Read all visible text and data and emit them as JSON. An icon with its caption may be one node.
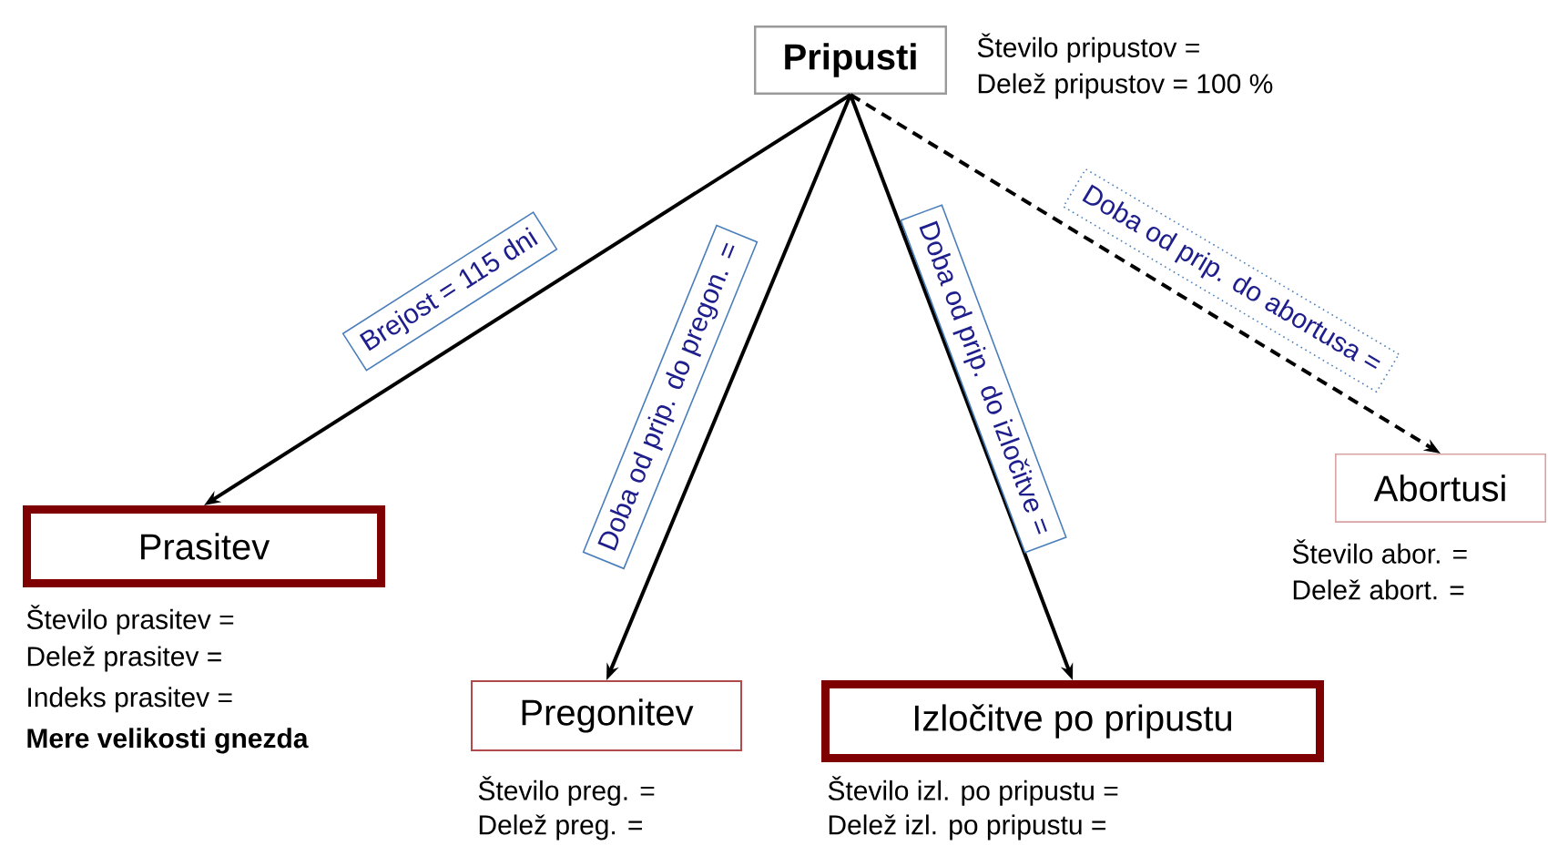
{
  "diagram": {
    "nodes": [
      {
        "text": [
          "Pripusti"
        ],
        "beside": [
          "Število pripustov =",
          "Delež pripustov = 100 %"
        ]
      },
      {
        "text": [
          "Prasitev"
        ],
        "beside": [
          "Število prasitev =",
          "Delež prasitev =",
          "Indeks prasitev =",
          "Mere velikosti gnezda"
        ]
      },
      {
        "text": [
          "Pregonitev"
        ],
        "beside": [
          "Število preg. =",
          "Delež preg. ="
        ]
      },
      {
        "text": [
          "Izločitve po pripustu"
        ],
        "beside": [
          "Število izl. po pripustu =",
          "Delež izl. po pripustu ="
        ]
      },
      {
        "text": [
          "Abortusi"
        ],
        "beside": [
          "Število abor. =",
          "Delež abort. ="
        ]
      }
    ],
    "edges": [
      {
        "from": 0,
        "to": 1,
        "arrow": "to",
        "label": "Brejost = 115 dni"
      },
      {
        "from": 0,
        "to": 2,
        "arrow": "to",
        "label": "Doba od prip. do pregon. ="
      },
      {
        "from": 0,
        "to": 3,
        "arrow": "to",
        "label": "Doba od prip. do izločitve ="
      },
      {
        "from": 0,
        "to": 4,
        "arrow": "to",
        "label": "Doba od prip. do abortusa =",
        "style": "dashed"
      }
    ]
  }
}
